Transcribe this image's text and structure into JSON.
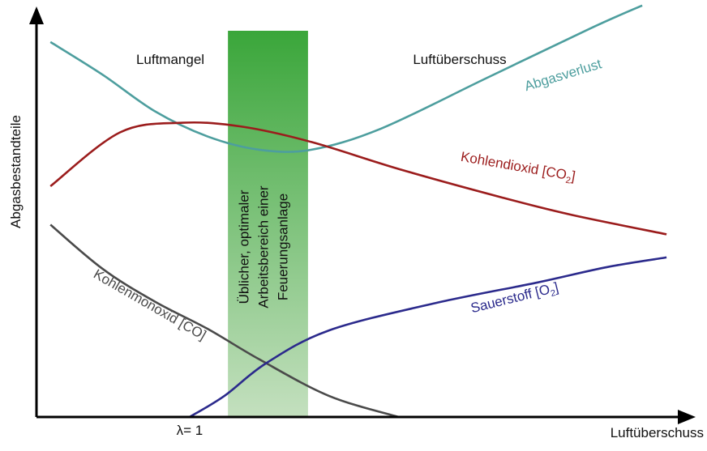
{
  "chart_data": {
    "type": "line",
    "title": "",
    "xlabel": "Luftüberschuss",
    "ylabel": "Abgasbestandteile",
    "x_tick_label": "λ= 1",
    "x_tick_value": 1.0,
    "xlim": [
      0.56,
      2.4
    ],
    "ylim": [
      0,
      10
    ],
    "region_labels": {
      "left": "Luftmangel",
      "right": "Luftüberschuss"
    },
    "band": {
      "x_from": 1.11,
      "x_to": 1.34,
      "label_lines": [
        "Üblicher, optimaler",
        "Arbeitsbereich einer",
        "Feuerungsanlage"
      ],
      "color_top": "#3aa63a",
      "color_bottom": "#c4e0bf"
    },
    "series": [
      {
        "name": "Abgasverlust",
        "label_main": "Abgasverlust",
        "label_sub": "",
        "color": "#4d9e9e",
        "x": [
          0.6,
          0.75,
          0.9,
          1.05,
          1.2,
          1.35,
          1.55,
          1.85,
          2.15,
          2.3
        ],
        "y": [
          9.75,
          8.9,
          7.95,
          7.3,
          6.95,
          6.95,
          7.5,
          8.8,
          10.1,
          10.7
        ]
      },
      {
        "name": "Kohlendioxid [CO2]",
        "label_main": "Kohlendioxid [CO",
        "label_sub": "2",
        "color": "#9b1c1c",
        "x": [
          0.6,
          0.8,
          0.98,
          1.15,
          1.35,
          1.6,
          1.9,
          2.1,
          2.37
        ],
        "y": [
          6.0,
          7.4,
          7.65,
          7.55,
          7.15,
          6.45,
          5.7,
          5.25,
          4.75
        ]
      },
      {
        "name": "Kohlenmonoxid [CO]",
        "label_main": "Kohlenmonoxid [CO]",
        "label_sub": "",
        "color": "#4a4a4a",
        "x": [
          0.6,
          0.75,
          0.9,
          1.05,
          1.2,
          1.4,
          1.6
        ],
        "y": [
          5.0,
          3.85,
          3.0,
          2.3,
          1.5,
          0.55,
          0.0
        ]
      },
      {
        "name": "Sauerstoff [O2]",
        "label_main": "Sauerstoff [O",
        "label_sub": "2",
        "color": "#2b2a8c",
        "x": [
          1.0,
          1.1,
          1.22,
          1.4,
          1.7,
          2.0,
          2.2,
          2.37
        ],
        "y": [
          0.0,
          0.55,
          1.4,
          2.25,
          2.95,
          3.5,
          3.9,
          4.15
        ]
      }
    ]
  }
}
